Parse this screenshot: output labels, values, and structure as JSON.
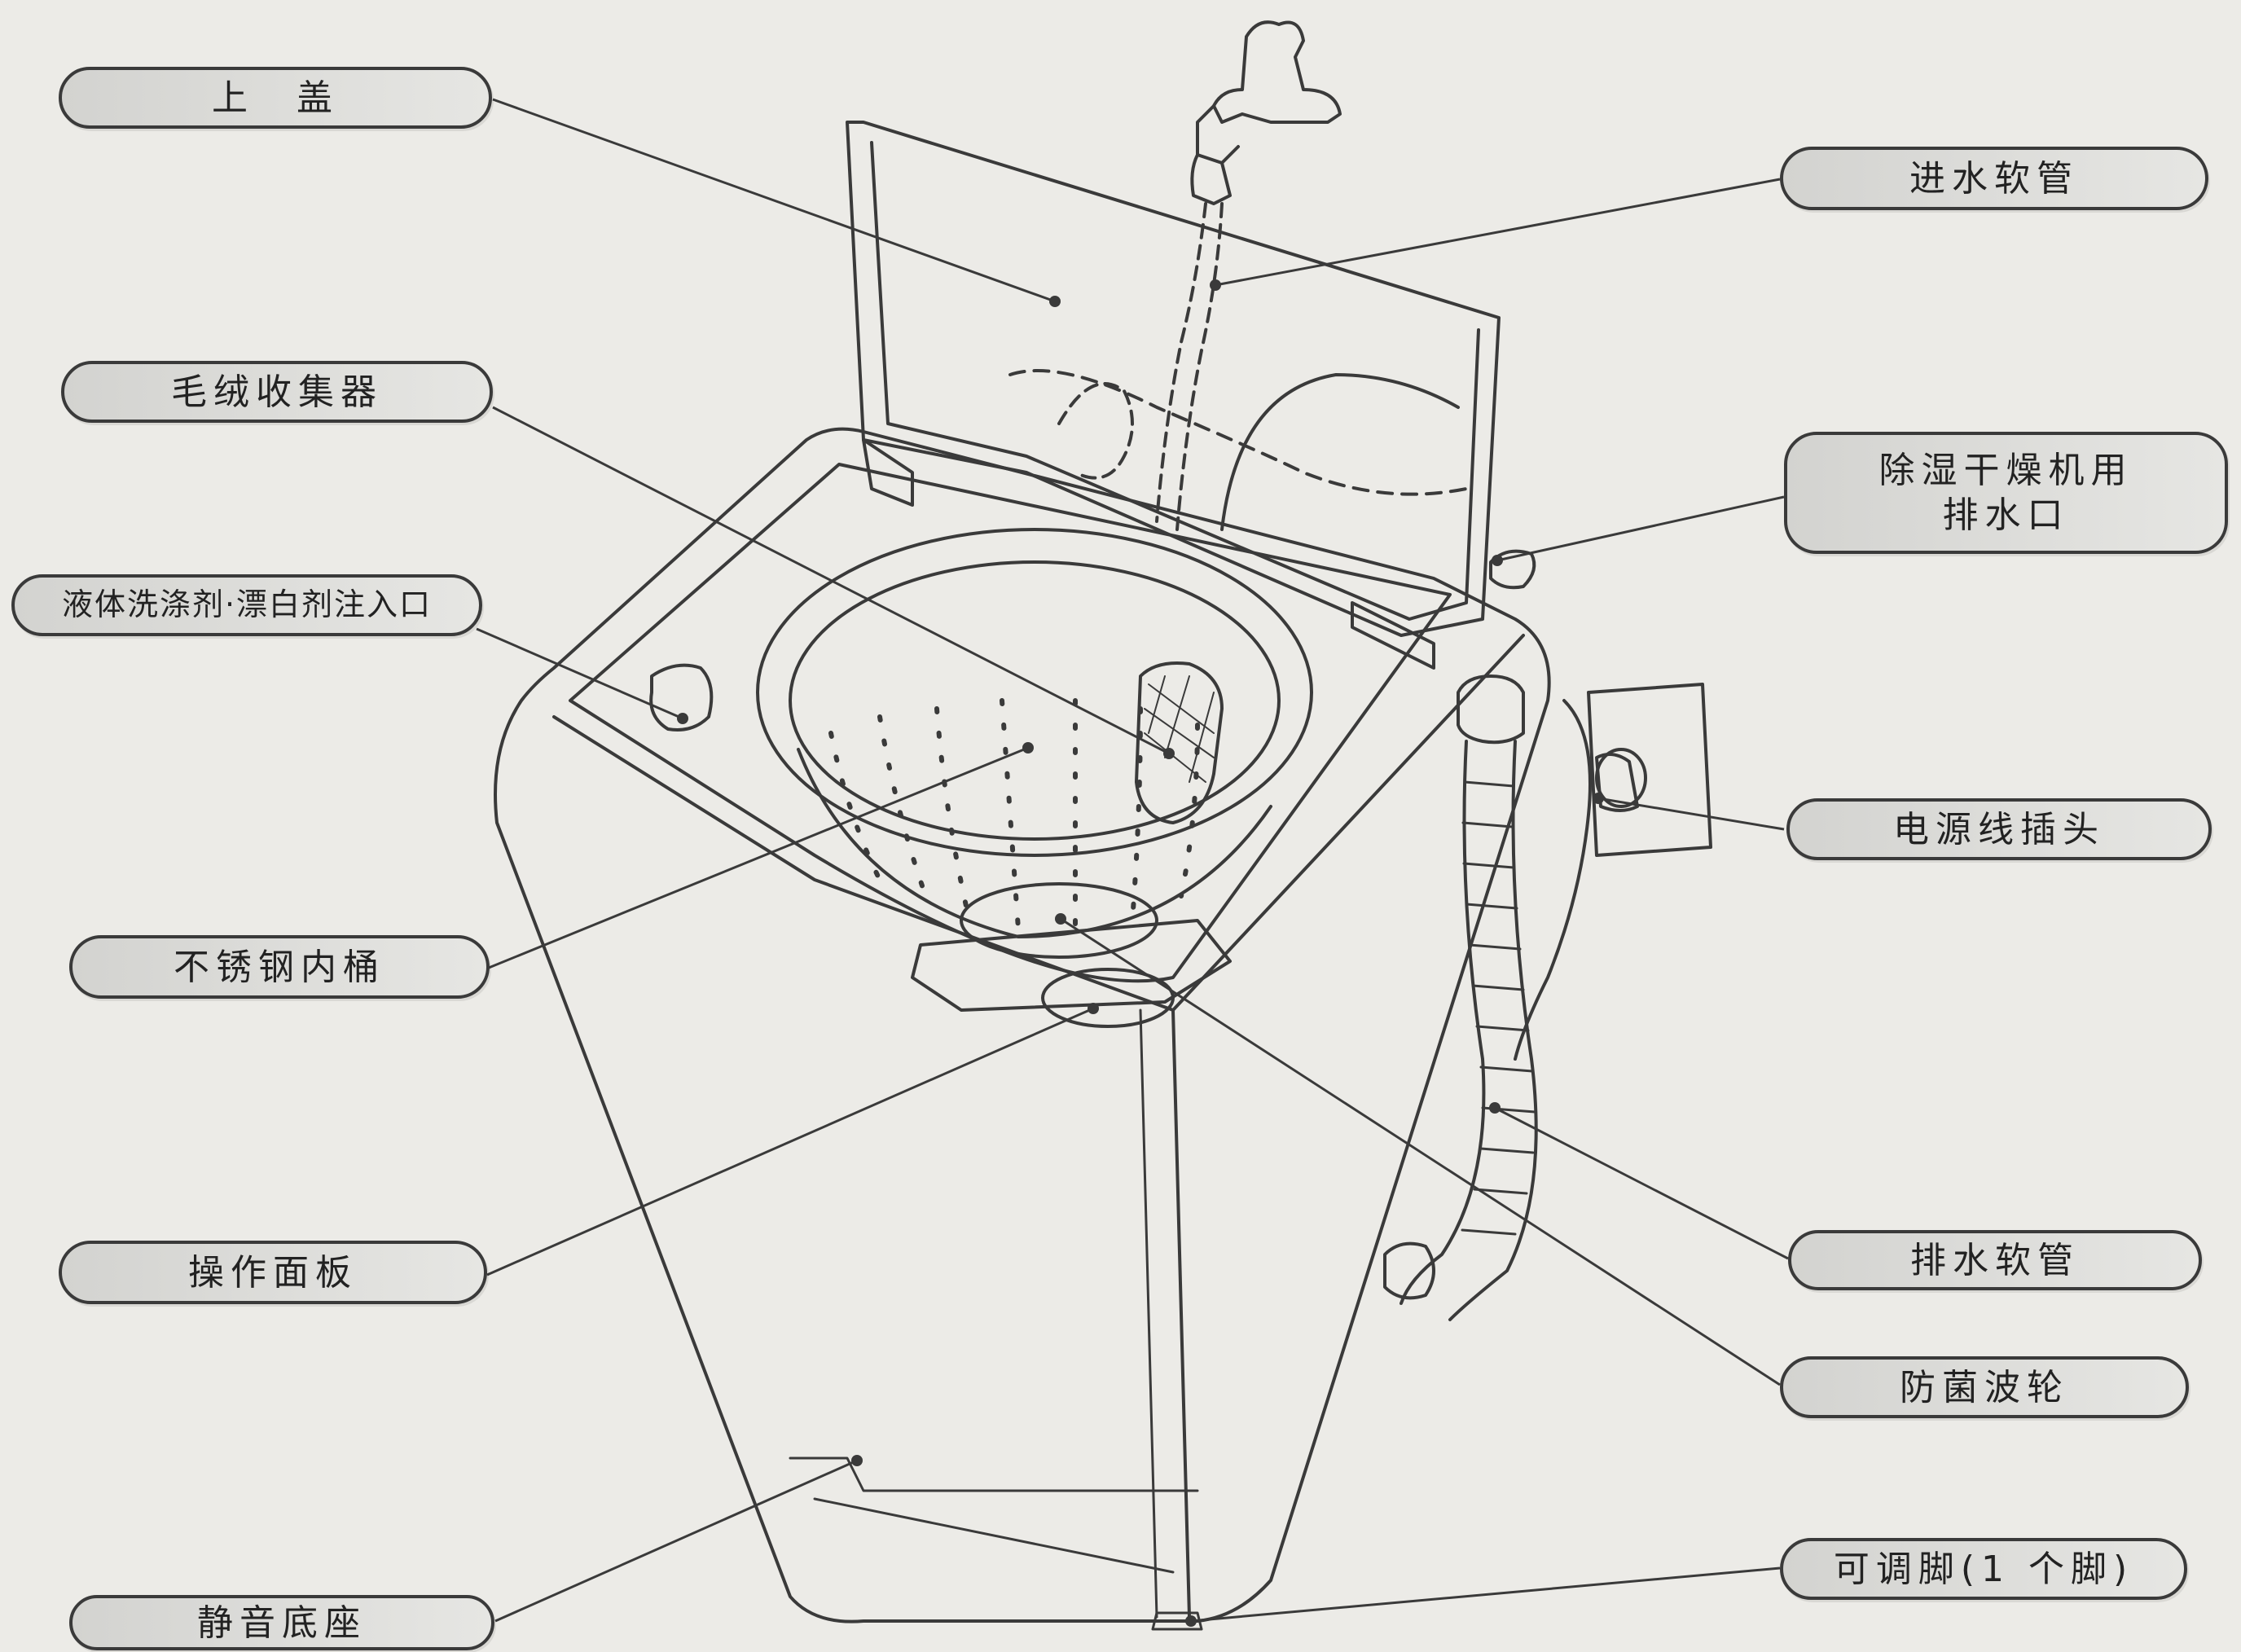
{
  "labels": {
    "lid": "上　盖",
    "lint_filter": "毛绒收集器",
    "detergent_inlet": "液体洗涤剂·漂白剂注入口",
    "inner_tub": "不锈钢内桶",
    "control_panel": "操作面板",
    "silent_base": "静音底座",
    "inlet_hose": "进水软管",
    "dryer_drain": "除湿干燥机用\n排水口",
    "power_plug": "电源线插头",
    "drain_hose": "排水软管",
    "pulsator": "防菌波轮",
    "adjustable_foot": "可调脚(1 个脚)"
  },
  "colors": {
    "ink": "#3a3a3a",
    "paper": "#ecebe7",
    "callout_fill": "#d9d9d6"
  }
}
